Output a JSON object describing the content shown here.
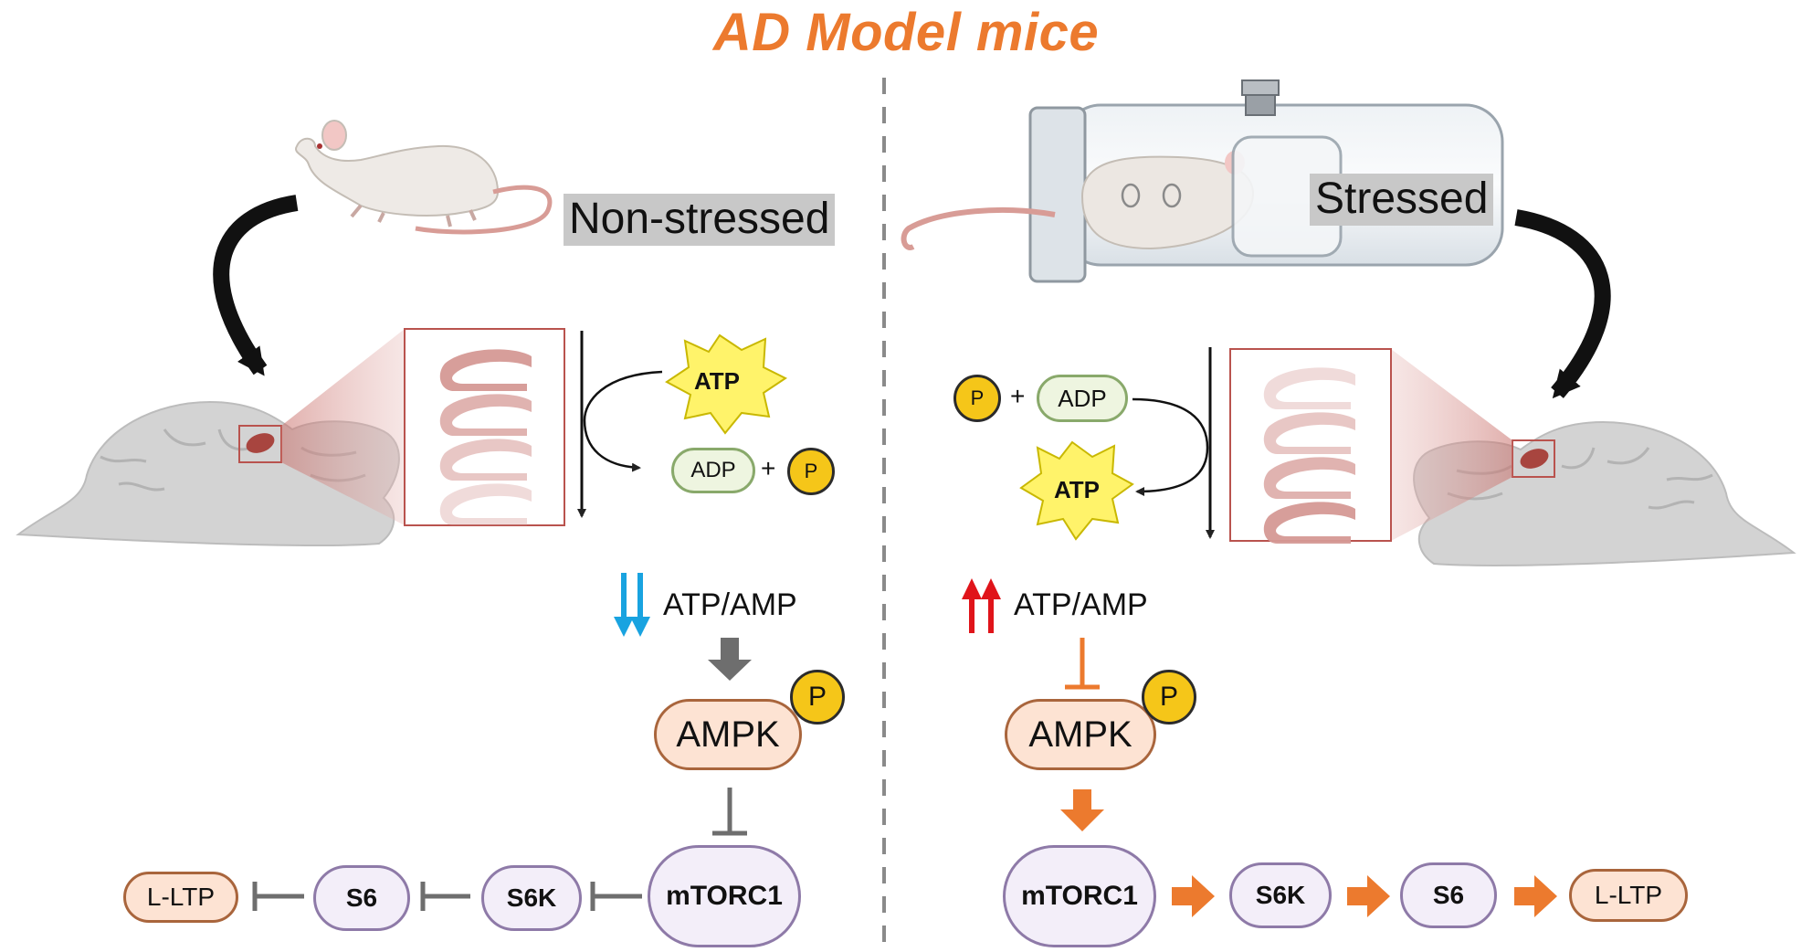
{
  "title": "AD Model mice",
  "colors": {
    "title": "#ec7a2e",
    "orange_arrow": "#ec7a2e",
    "gray_arrow": "#6e6e6e",
    "blue_arrow": "#19a3e0",
    "red_arrow": "#e0141a",
    "phospho": "#f5c619",
    "brain": "#d6d6d6",
    "tissue_box": "#b9534e"
  },
  "left": {
    "condition": "Non-stressed",
    "atp": "ATP",
    "adp": "ADP",
    "plus": "+",
    "p": "P",
    "ratio": "ATP/AMP",
    "ratio_change": "decrease",
    "ampk": "AMPK",
    "ampk_p": "P",
    "mtorc1": "mTORC1",
    "s6k": "S6K",
    "s6": "S6",
    "lltp": "L-LTP"
  },
  "right": {
    "condition": "Stressed",
    "atp": "ATP",
    "adp": "ADP",
    "plus": "+",
    "p": "P",
    "ratio": "ATP/AMP",
    "ratio_change": "increase",
    "ampk": "AMPK",
    "ampk_p": "P",
    "mtorc1": "mTORC1",
    "s6k": "S6K",
    "s6": "S6",
    "lltp": "L-LTP"
  }
}
